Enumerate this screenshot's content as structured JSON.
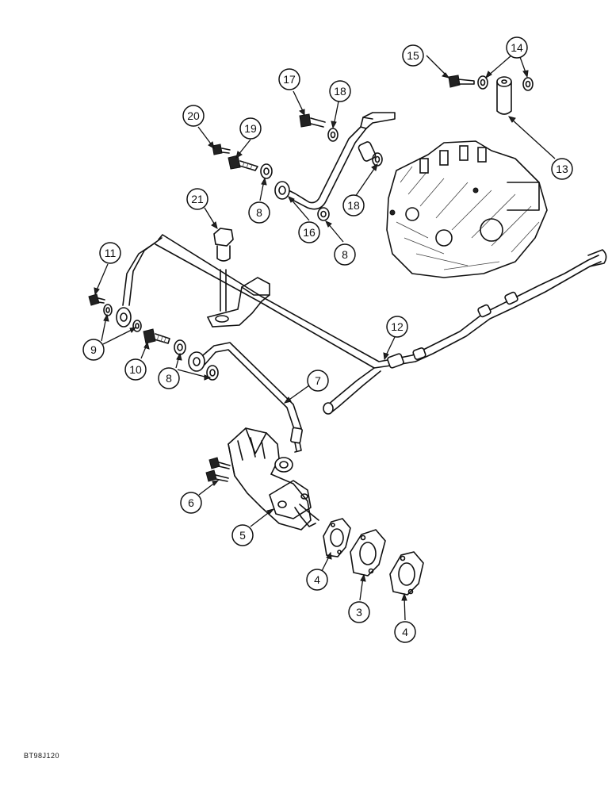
{
  "drawing_code": "BT98J120",
  "callouts": [
    {
      "id": "c21",
      "text": "21"
    },
    {
      "id": "c20",
      "text": "20"
    },
    {
      "id": "c19",
      "text": "19"
    },
    {
      "id": "c18a",
      "text": "18"
    },
    {
      "id": "c18b",
      "text": "18"
    },
    {
      "id": "c17",
      "text": "17"
    },
    {
      "id": "c16",
      "text": "16"
    },
    {
      "id": "c15",
      "text": "15"
    },
    {
      "id": "c14",
      "text": "14"
    },
    {
      "id": "c13",
      "text": "13"
    },
    {
      "id": "c12",
      "text": "12"
    },
    {
      "id": "c11",
      "text": "11"
    },
    {
      "id": "c10",
      "text": "10"
    },
    {
      "id": "c9",
      "text": "9"
    },
    {
      "id": "c8a",
      "text": "8"
    },
    {
      "id": "c8b",
      "text": "8"
    },
    {
      "id": "c8c",
      "text": "8"
    },
    {
      "id": "c7",
      "text": "7"
    },
    {
      "id": "c6",
      "text": "6"
    },
    {
      "id": "c5",
      "text": "5"
    },
    {
      "id": "c4a",
      "text": "4"
    },
    {
      "id": "c4b",
      "text": "4"
    },
    {
      "id": "c3",
      "text": "3"
    }
  ]
}
